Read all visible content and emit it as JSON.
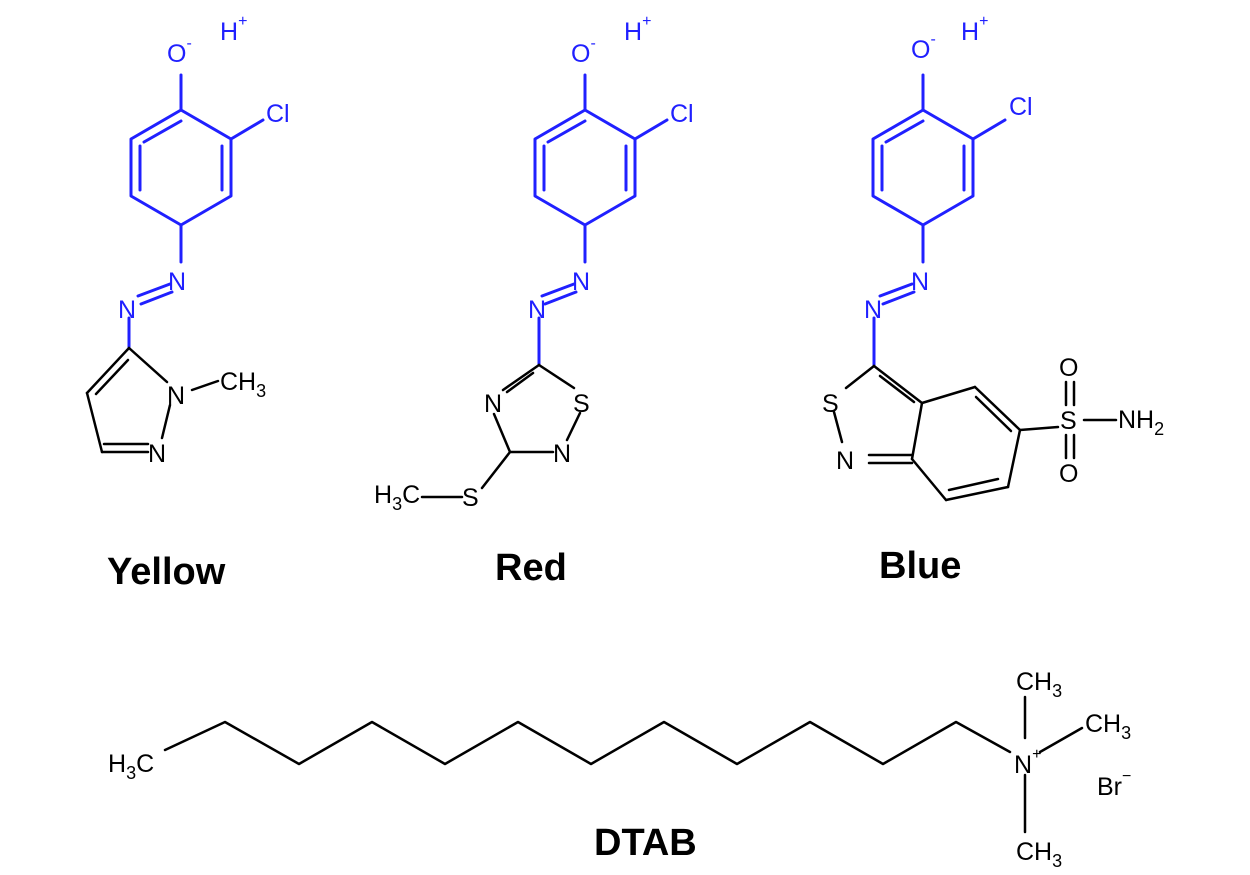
{
  "colors": {
    "head": "#2020ff",
    "body": "#000000"
  },
  "molecules": [
    {
      "name": "Yellow",
      "atoms": {
        "o": "O",
        "o_charge": "-",
        "h": "H",
        "h_charge": "+",
        "cl": "Cl",
        "n_azo1": "N",
        "n_azo2": "N",
        "n_ring1": "N",
        "n_ring2": "N",
        "ch3_c": "CH",
        "ch3_sub": "3"
      }
    },
    {
      "name": "Red",
      "atoms": {
        "o": "O",
        "o_charge": "-",
        "h": "H",
        "h_charge": "+",
        "cl": "Cl",
        "n_azo1": "N",
        "n_azo2": "N",
        "n_ring1": "N",
        "n_ring2": "N",
        "s_ring": "S",
        "s_thio": "S",
        "h3c_h": "H",
        "h3c_sub": "3",
        "h3c_c": "C"
      }
    },
    {
      "name": "Blue",
      "atoms": {
        "o": "O",
        "o_charge": "-",
        "h": "H",
        "h_charge": "+",
        "cl": "Cl",
        "n_azo1": "N",
        "n_azo2": "N",
        "s_ring": "S",
        "n_ring": "N",
        "s_sulf": "S",
        "o_top": "O",
        "o_bot": "O",
        "nh2_n": "NH",
        "nh2_sub": "2"
      }
    },
    {
      "name": "DTAB",
      "atoms": {
        "h3c_h": "H",
        "h3c_sub": "3",
        "h3c_c": "C",
        "n": "N",
        "n_charge": "+",
        "ch3": "CH",
        "ch3_sub": "3",
        "br": "Br",
        "br_charge": "−"
      }
    }
  ]
}
